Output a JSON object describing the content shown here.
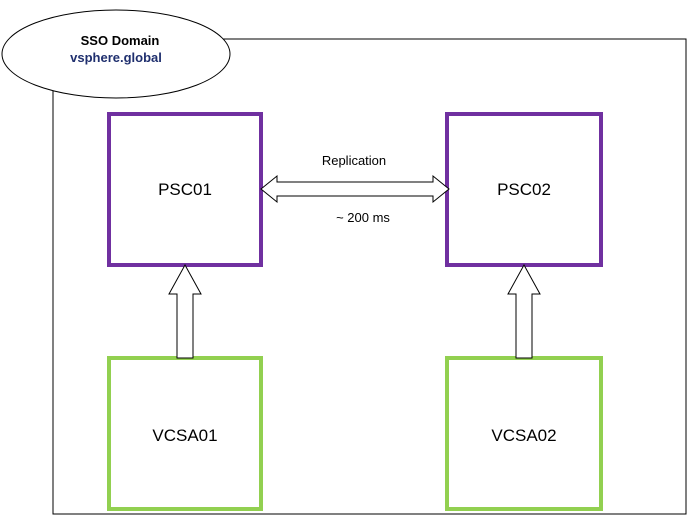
{
  "domain": {
    "title": "SSO Domain",
    "name": "vsphere.global",
    "title_color": "#000000",
    "name_color": "#1f2f6e"
  },
  "nodes": {
    "psc01": {
      "label": "PSC01",
      "border_color": "#7030a0"
    },
    "psc02": {
      "label": "PSC02",
      "border_color": "#7030a0"
    },
    "vcsa01": {
      "label": "VCSA01",
      "border_color": "#92d050"
    },
    "vcsa02": {
      "label": "VCSA02",
      "border_color": "#92d050"
    }
  },
  "edges": {
    "replication": {
      "from": "psc01",
      "to": "psc02",
      "direction": "bidirectional",
      "label_top": "Replication",
      "label_bottom": "~ 200 ms"
    },
    "vcsa01_to_psc01": {
      "from": "vcsa01",
      "to": "psc01",
      "direction": "up"
    },
    "vcsa02_to_psc02": {
      "from": "vcsa02",
      "to": "psc02",
      "direction": "up"
    }
  }
}
